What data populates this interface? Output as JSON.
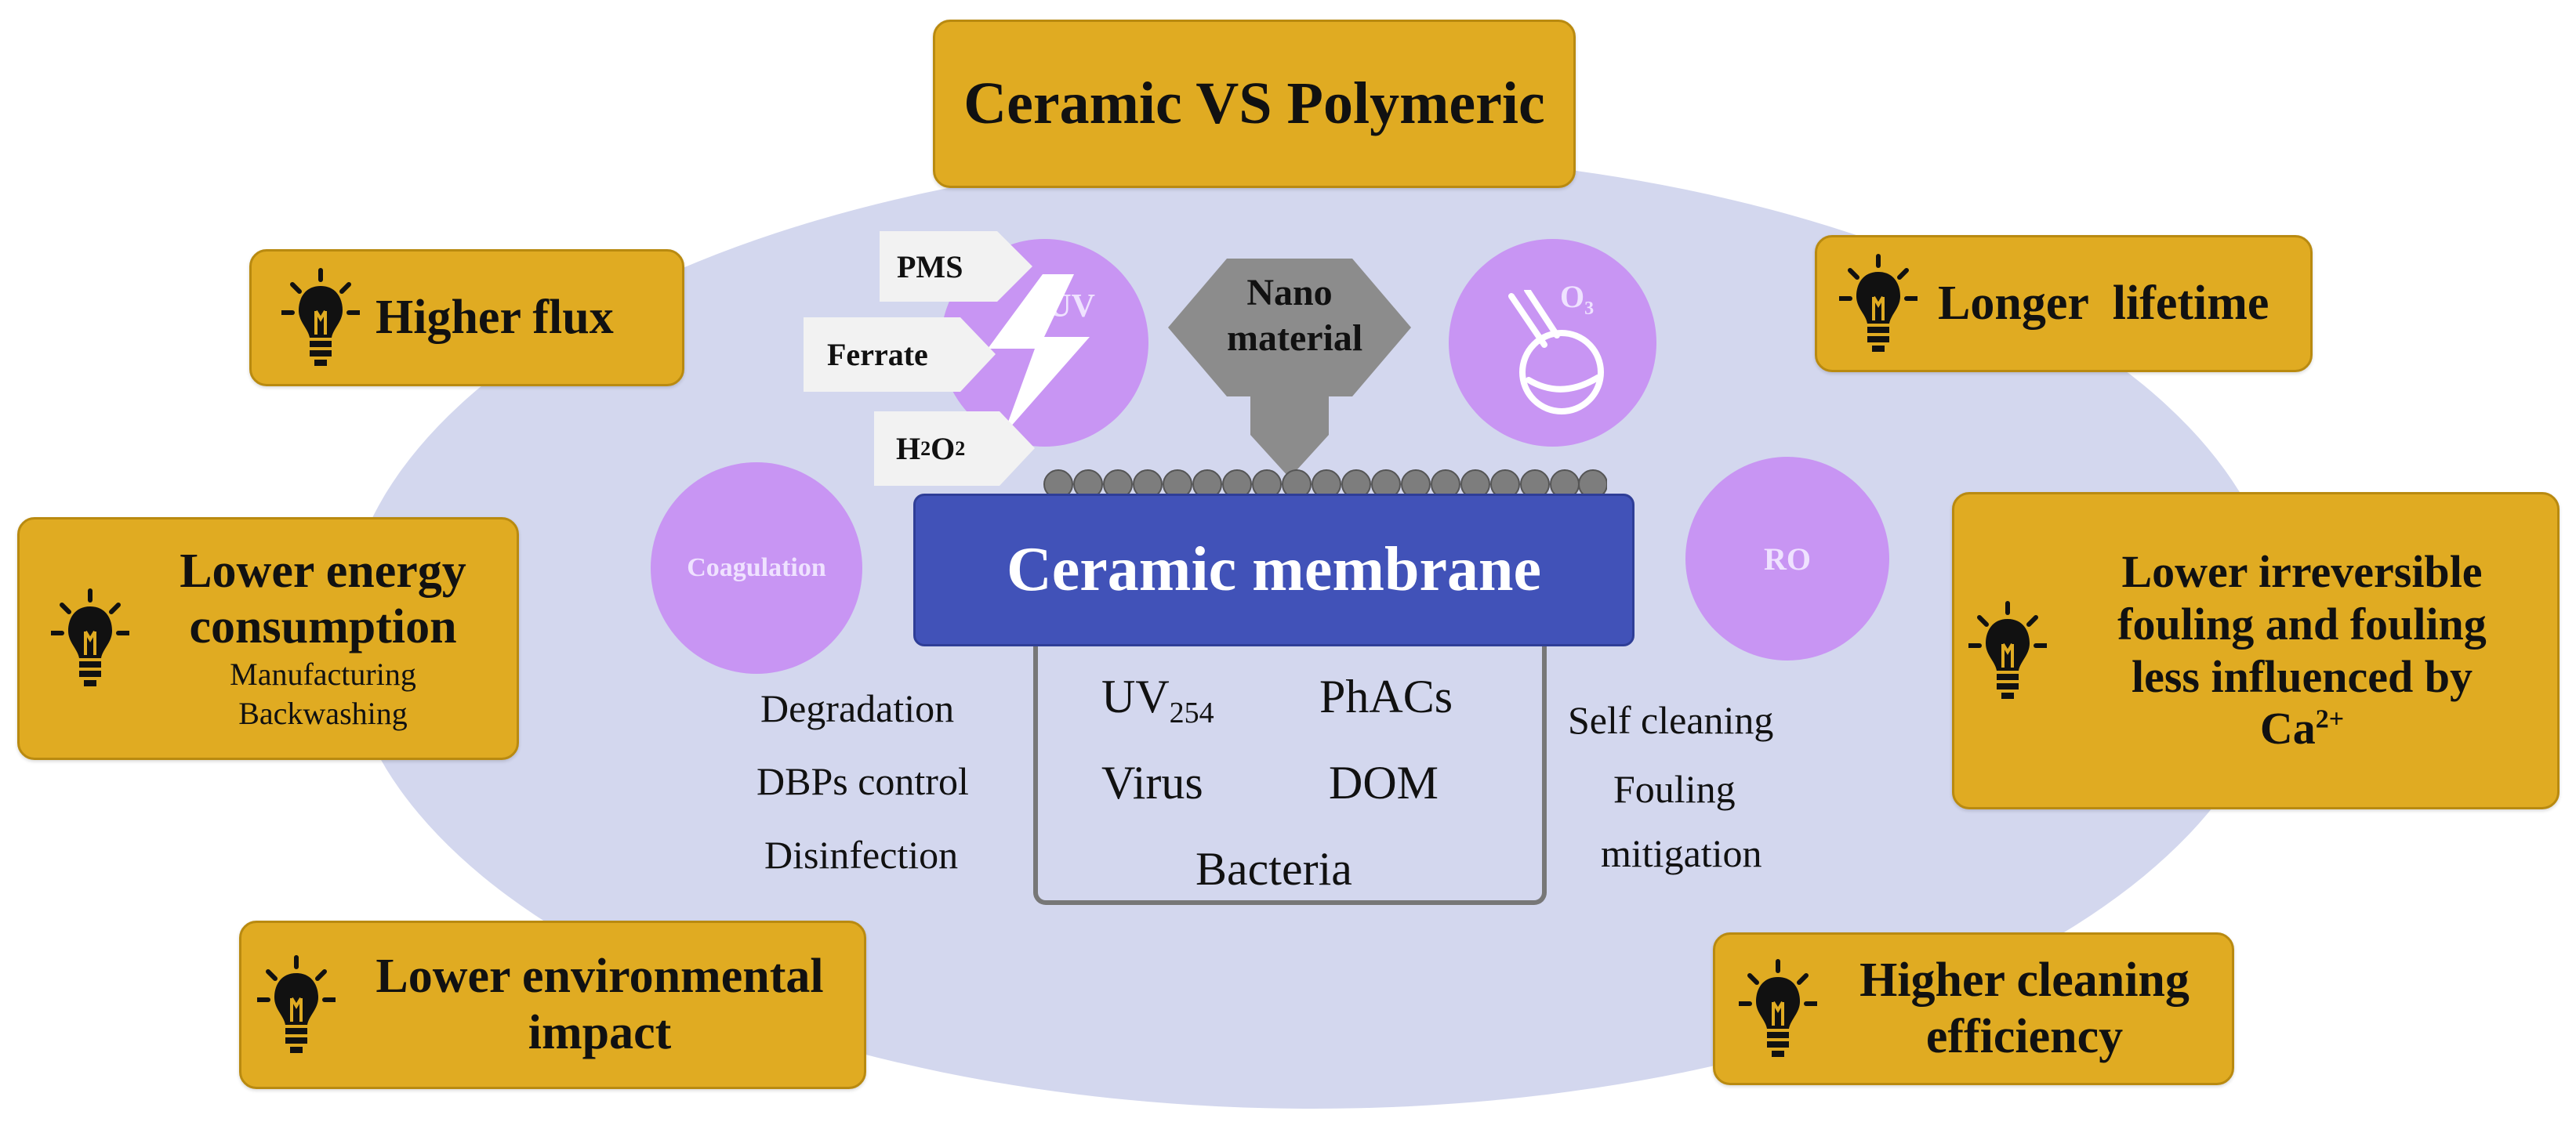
{
  "title": "Ceramic VS Polymeric",
  "advantages": {
    "higher_flux": "Higher flux",
    "lower_energy_line1": "Lower energy",
    "lower_energy_line2": "consumption",
    "lower_energy_sub1": "Manufacturing",
    "lower_energy_sub2": "Backwashing",
    "lower_env_line1": "Lower environmental",
    "lower_env_line2": "impact",
    "longer_lifetime": "Longer  lifetime",
    "lower_irrev_line1": "Lower irreversible",
    "lower_irrev_line2": "fouling and fouling",
    "lower_irrev_line3": "less influenced by",
    "lower_irrev_line4": "Ca",
    "lower_irrev_sup": "2+",
    "higher_cleaning_line1": "Higher cleaning",
    "higher_cleaning_line2": "efficiency"
  },
  "processes": {
    "uv": "UV",
    "pms": "PMS",
    "ferrate": "Ferrate",
    "h2o2_h": "H",
    "h2o2_sub1": "2",
    "h2o2_o": "O",
    "h2o2_sub2": "2",
    "nano_line1": "Nano",
    "nano_line2": "material",
    "o3_o": "O",
    "o3_sub": "3",
    "coagulation": "Coagulation",
    "ro": "RO"
  },
  "membrane_label": "Ceramic membrane",
  "left_effects": [
    "Degradation",
    "DBPs control",
    "Disinfection"
  ],
  "right_effects": {
    "self_cleaning": "Self cleaning",
    "fouling_line1": "Fouling",
    "fouling_line2": "mitigation"
  },
  "targets": {
    "uv": "UV",
    "uv_sub": "254",
    "phacs": "PhACs",
    "virus": "Virus",
    "dom": "DOM",
    "bacteria": "Bacteria"
  },
  "colors": {
    "gold": "#e0ab22",
    "ellipse": "#d3d7ee",
    "circle": "#c895f3",
    "membrane": "#4152b8"
  }
}
